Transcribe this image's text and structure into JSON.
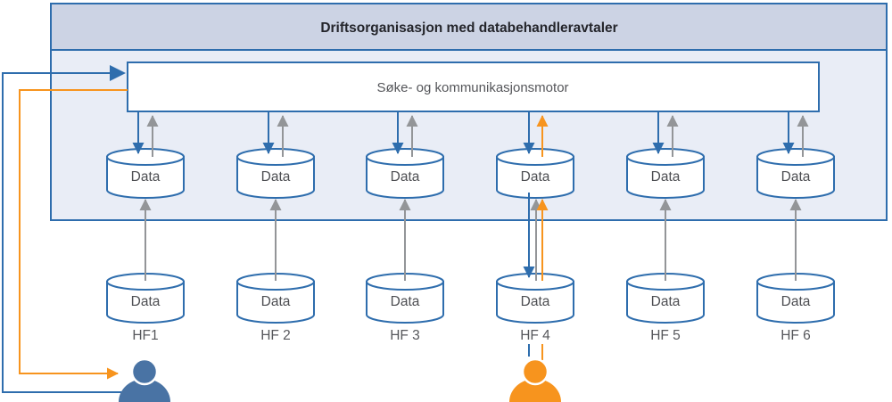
{
  "figure": {
    "title": "Driftsorganisasjon med databehandleravtaler",
    "engine_label": "Søke- og kommunikasjonsmotor"
  },
  "columns": [
    {
      "hf": "HF1",
      "top": "Data",
      "bottom": "Data"
    },
    {
      "hf": "HF 2",
      "top": "Data",
      "bottom": "Data"
    },
    {
      "hf": "HF 3",
      "top": "Data",
      "bottom": "Data"
    },
    {
      "hf": "HF 4",
      "top": "Data",
      "bottom": "Data"
    },
    {
      "hf": "HF 5",
      "top": "Data",
      "bottom": "Data"
    },
    {
      "hf": "HF 6",
      "top": "Data",
      "bottom": "Data"
    }
  ],
  "icons": {
    "left_actor": "person-icon",
    "hf4_actor": "person-icon"
  },
  "colors": {
    "blue": "#2e6dad",
    "orange": "#f7941e",
    "gray": "#939598",
    "container_fill": "#e9edf6",
    "header_fill": "#ccd3e4",
    "box_fill": "#ffffff",
    "person_blue": "#4973a4",
    "person_orange": "#f7941e"
  }
}
